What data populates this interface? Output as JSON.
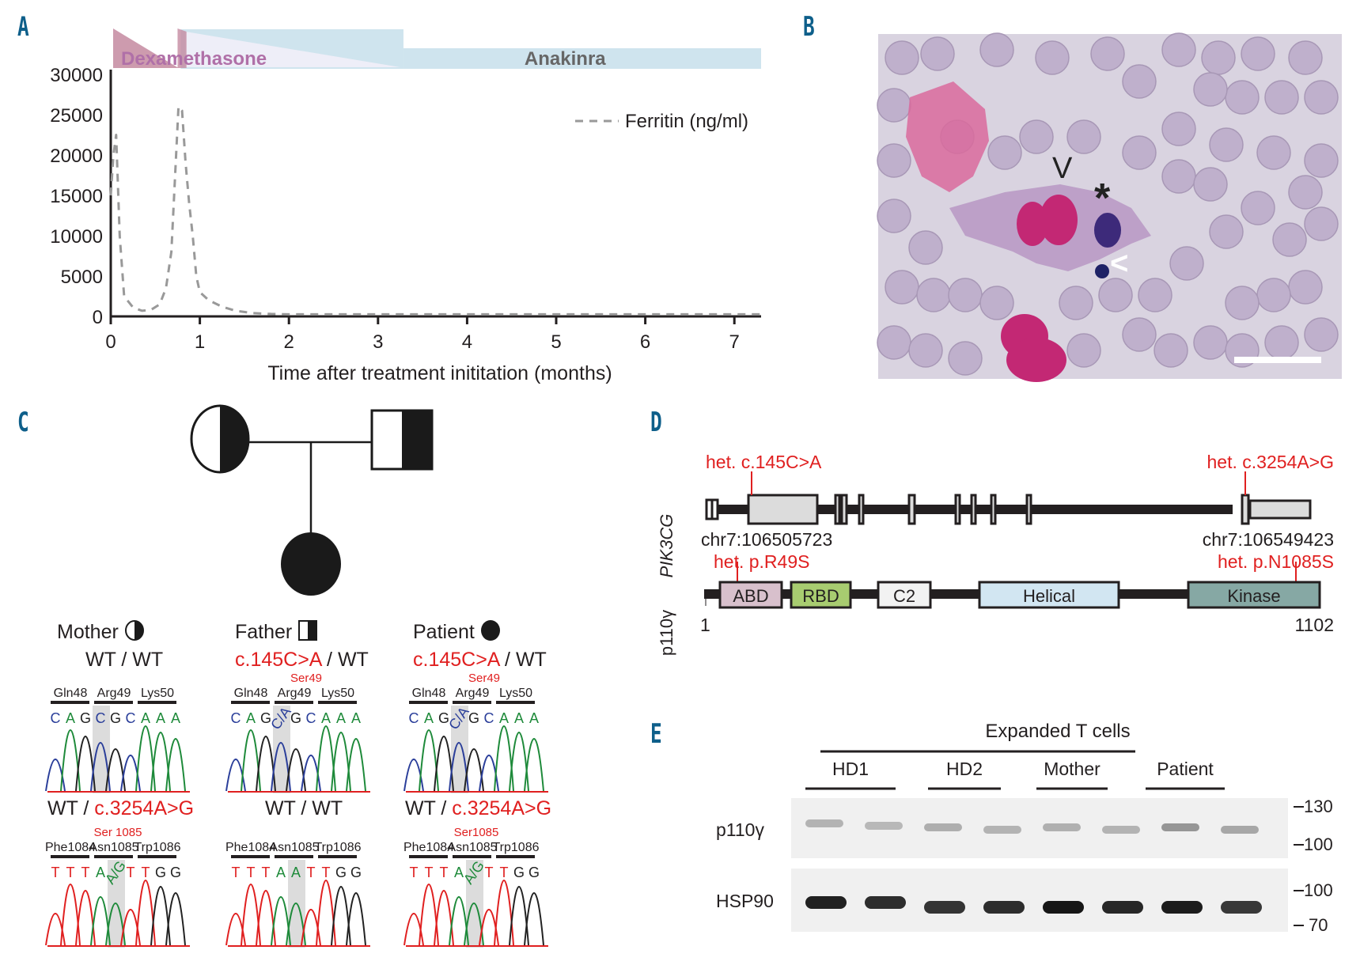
{
  "panels": {
    "A": {
      "letter": "A"
    },
    "B": {
      "letter": "B",
      "micrograph": {
        "markers": {
          "black_arrowhead": "V",
          "asterisk": "*",
          "white_arrowhead": "<"
        },
        "scale_bar": true
      }
    },
    "C": {
      "letter": "C"
    },
    "D": {
      "letter": "D"
    },
    "E": {
      "letter": "E"
    }
  },
  "chart_data": [
    {
      "type": "line",
      "panel": "A",
      "title": "",
      "xlabel": "Time after treatment inititation (months)",
      "ylabel": "",
      "xlim": [
        0,
        7.3
      ],
      "ylim": [
        0,
        30000
      ],
      "x_ticks": [
        "0",
        "1",
        "2",
        "3",
        "4",
        "5",
        "6",
        "7"
      ],
      "y_ticks": [
        "0",
        "5000",
        "10000",
        "15000",
        "20000",
        "25000",
        "30000"
      ],
      "grid": false,
      "legend": {
        "position": "top-right",
        "entries": [
          {
            "label": "Ferritin (ng/ml)",
            "style": "dashed",
            "color": "#999999"
          }
        ]
      },
      "series": [
        {
          "name": "Ferritin (ng/ml)",
          "x": [
            0.0,
            0.03,
            0.06,
            0.1,
            0.15,
            0.25,
            0.35,
            0.45,
            0.55,
            0.62,
            0.68,
            0.72,
            0.76,
            0.8,
            0.84,
            0.88,
            0.92,
            0.96,
            1.0,
            1.1,
            1.25,
            1.4,
            1.6,
            1.8,
            2.0,
            3.0,
            4.0,
            5.0,
            6.0,
            7.0,
            7.3
          ],
          "y": [
            15000,
            20000,
            22500,
            10000,
            2500,
            1100,
            700,
            800,
            1500,
            3500,
            8000,
            17000,
            26000,
            25500,
            19000,
            14000,
            10000,
            5000,
            3000,
            2000,
            1200,
            700,
            400,
            300,
            250,
            250,
            250,
            250,
            250,
            250,
            250
          ]
        }
      ],
      "treatment_bars": [
        {
          "label": "Dexamethasone",
          "start_month": 0.0,
          "end_month": 0.85,
          "color": "#c48aa0",
          "text_color": "#7a3a5a"
        },
        {
          "label": "Anakinra",
          "start_month": 0.75,
          "end_month": 7.3,
          "color": "#cfe4ee",
          "text_color": "#666666"
        }
      ]
    },
    {
      "type": "table",
      "panel": "E",
      "title": "Expanded T cells",
      "groups": [
        "HD1",
        "HD2",
        "Mother",
        "Patient"
      ],
      "rows": [
        {
          "label": "p110γ",
          "band_intensity": [
            0.3,
            0.28,
            0.33,
            0.3,
            0.32,
            0.3,
            0.45,
            0.36
          ]
        },
        {
          "label": "HSP90",
          "band_intensity": [
            0.9,
            0.85,
            0.82,
            0.85,
            0.95,
            0.88,
            0.92,
            0.8
          ]
        }
      ],
      "mw_markers": [
        [
          "130",
          "100"
        ],
        [
          "100",
          "70"
        ]
      ]
    }
  ],
  "pedigree": {
    "mother": {
      "label": "Mother",
      "genotype_1_a": "WT",
      "genotype_1_sep": " / ",
      "genotype_1_b": "WT",
      "genotype_2_a": "WT",
      "genotype_2_sep": " / ",
      "genotype_2_b": "c.3254A>G"
    },
    "father": {
      "label": "Father",
      "genotype_1_a": "c.145C>A",
      "genotype_1_sep": " / ",
      "genotype_1_b": "WT",
      "genotype_2_a": "WT",
      "genotype_2_sep": " / ",
      "genotype_2_b": "WT"
    },
    "patient": {
      "label": "Patient",
      "genotype_1_a": "c.145C>A",
      "genotype_1_sep": " / ",
      "genotype_1_b": "WT",
      "genotype_2_a": "WT",
      "genotype_2_sep": " / ",
      "genotype_2_b": "c.3254A>G"
    }
  },
  "chromatograms": {
    "top": {
      "codons": [
        "Gln48",
        "Arg49",
        "Lys50"
      ],
      "bases": {
        "mother": [
          "C",
          "A",
          "G",
          "C",
          "G",
          "C",
          "A",
          "A",
          "A"
        ],
        "father": [
          "C",
          "A",
          "G",
          "C/A",
          "G",
          "C",
          "A",
          "A",
          "A"
        ],
        "patient": [
          "C",
          "A",
          "G",
          "C/A",
          "G",
          "C",
          "A",
          "A",
          "A"
        ]
      },
      "mutation_labels": {
        "mother": "",
        "father": "Ser49",
        "patient": "Ser49"
      }
    },
    "bottom": {
      "codons": [
        "Phe1084",
        "Asn1085",
        "Trp1086"
      ],
      "bases": {
        "mother": [
          "T",
          "T",
          "T",
          "A",
          "A/G",
          "T",
          "T",
          "G",
          "G"
        ],
        "father": [
          "T",
          "T",
          "T",
          "A",
          "A",
          "T",
          "T",
          "G",
          "G"
        ],
        "patient": [
          "T",
          "T",
          "T",
          "A",
          "A/G",
          "T",
          "T",
          "G",
          "G"
        ]
      },
      "mutation_labels": {
        "mother": "Ser 1085",
        "father": "",
        "patient": "Ser1085"
      }
    },
    "base_colors": {
      "A": "#1e8a3a",
      "C": "#2a3e9a",
      "G": "#222222",
      "T": "#e02020"
    }
  },
  "gene": {
    "name": "PIK3CG",
    "start": "chr7:106505723",
    "end": "chr7:106549423",
    "mutations": [
      "het. c.145C>A",
      "het. c.3254A>G"
    ]
  },
  "protein": {
    "name": "p110γ",
    "start": "1",
    "end": "1102",
    "mutations": [
      "het. p.R49S",
      "het. p.N1085S"
    ],
    "domains": [
      {
        "label": "ABD",
        "color": "#d8c0cc"
      },
      {
        "label": "RBD",
        "color": "#a8cc70"
      },
      {
        "label": "C2",
        "color": "#f2f2f2"
      },
      {
        "label": "Helical",
        "color": "#d2e6f2"
      },
      {
        "label": "Kinase",
        "color": "#86a8a4"
      }
    ]
  },
  "colors": {
    "accent_label": "#0e5f8a",
    "mutation_red": "#e02020",
    "line_gray": "#999999"
  }
}
